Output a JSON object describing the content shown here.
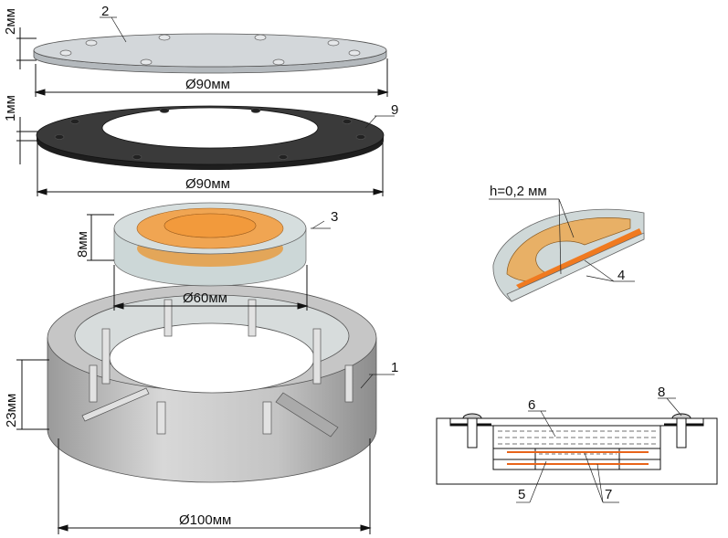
{
  "labels": {
    "part_2": "2",
    "part_9": "9",
    "part_3": "3",
    "part_1": "1",
    "part_4": "4",
    "part_5": "5",
    "part_6": "6",
    "part_7": "7",
    "part_8": "8"
  },
  "dimensions": {
    "plate_thickness": "2мм",
    "plate_diameter": "Ø90мм",
    "gasket_thickness": "1мм",
    "gasket_diameter": "Ø90мм",
    "insert_height": "8мм",
    "insert_diameter": "Ø60мм",
    "base_height": "23мм",
    "base_diameter": "Ø100мм",
    "gap_height": "h=0,2 мм"
  },
  "colors": {
    "glass": "#c9ced2",
    "gasket": "#3a3a3a",
    "orange": "#f0a050",
    "orange_dark": "#e8641a",
    "base": "#bdbdbd"
  }
}
